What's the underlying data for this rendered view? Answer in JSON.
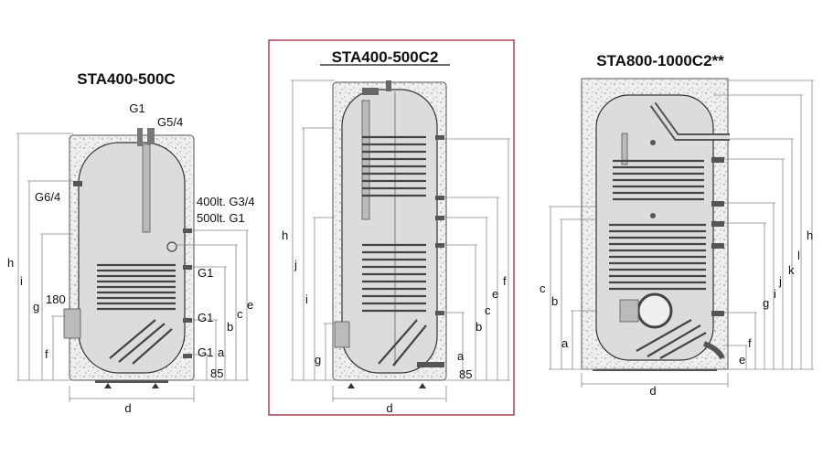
{
  "diagram_1": {
    "title": "STA400-500C",
    "labels": {
      "g1_top": "G1",
      "g54": "G5/4",
      "g64": "G6/4",
      "side_400": "400lt. G3/4",
      "side_500": "500lt. G1",
      "g1_a": "G1",
      "g1_b": "G1",
      "g1_c": "G1",
      "n180": "180",
      "n85": "85",
      "h": "h",
      "i": "i",
      "g": "g",
      "f": "f",
      "e": "e",
      "c": "c",
      "b": "b",
      "a": "a",
      "d": "d"
    }
  },
  "diagram_2": {
    "title": "STA400-500C2",
    "highlight_color": "#a8344a",
    "labels": {
      "h": "h",
      "j": "j",
      "i": "i",
      "g": "g",
      "f": "f",
      "e": "e",
      "c": "c",
      "b": "b",
      "a": "a",
      "n85": "85",
      "d": "d"
    }
  },
  "diagram_3": {
    "title": "STA800-1000C2**",
    "labels": {
      "c": "c",
      "b": "b",
      "a": "a",
      "h": "h",
      "l": "l",
      "k": "k",
      "j": "j",
      "i": "i",
      "g": "g",
      "f": "f",
      "e": "e",
      "d": "d"
    }
  }
}
